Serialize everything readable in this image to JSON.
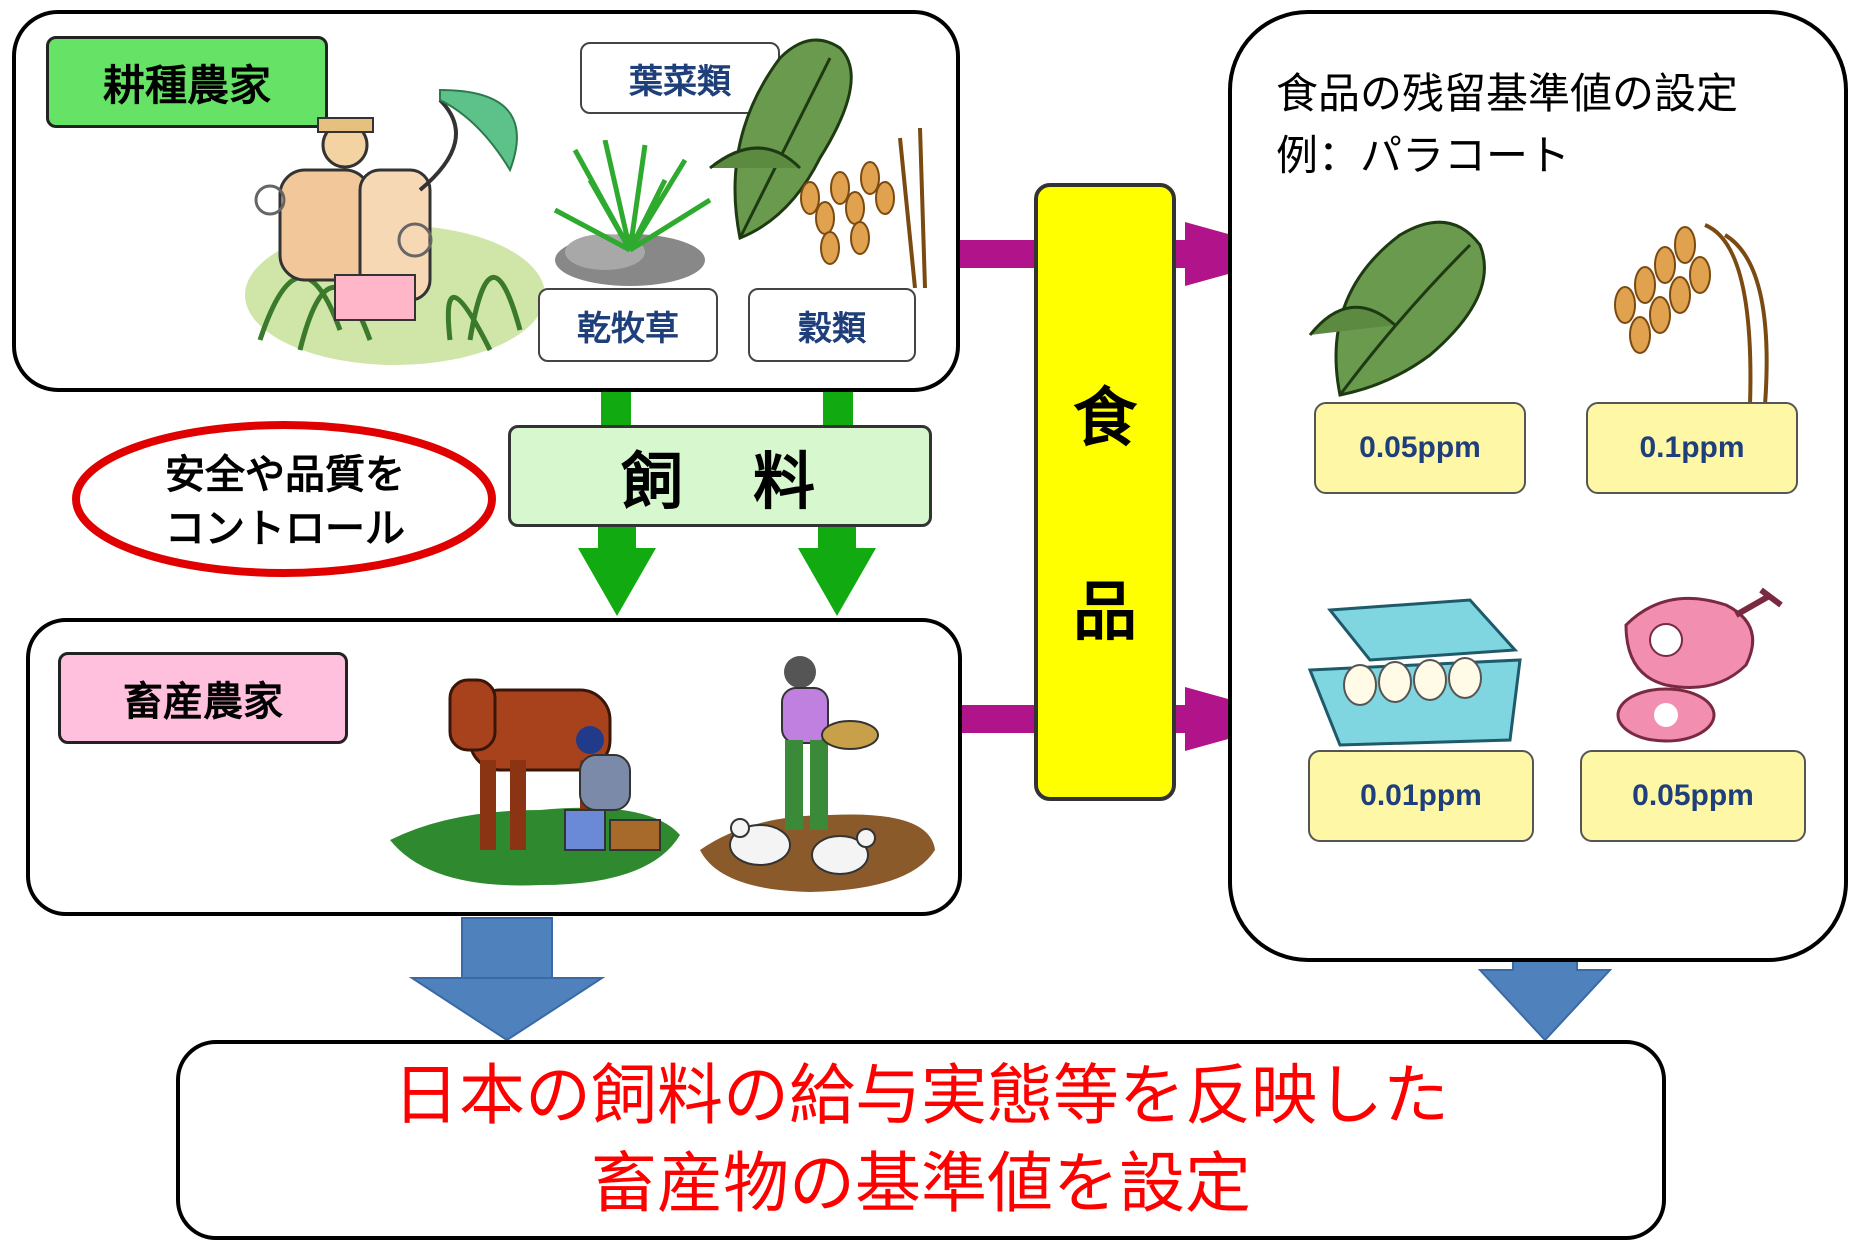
{
  "crop_farmer": {
    "title": "耕種農家",
    "labels": {
      "leafy": "葉菜類",
      "hay": "乾牧草",
      "grain": "穀類"
    }
  },
  "feed": {
    "label": "飼　料"
  },
  "control": {
    "label_line1": "安全や品質を",
    "label_line2": "コントロール"
  },
  "livestock_farmer": {
    "title": "畜産農家"
  },
  "food_bar": {
    "char1": "食",
    "char2": "品"
  },
  "residue": {
    "title": "食品の残留基準値の設定",
    "example": "例：パラコート",
    "values": [
      "0.05ppm",
      "0.1ppm",
      "0.01ppm",
      "0.05ppm"
    ]
  },
  "conclusion": {
    "line1": "日本の飼料の給与実態等を反映した",
    "line2": "畜産物の基準値を設定"
  },
  "colors": {
    "green_arrow": "#11aa11",
    "magenta_arrow": "#b0138a",
    "blue_arrow": "#4f81bd",
    "food_bar": "#ffff00",
    "feed_box": "#d7f7cf",
    "crop_tag": "#66e266",
    "livestock_tag": "#ffc0de",
    "ppm_box": "#fdf7a6",
    "ellipse": "#e00000",
    "conclusion_text": "#ff0000"
  }
}
